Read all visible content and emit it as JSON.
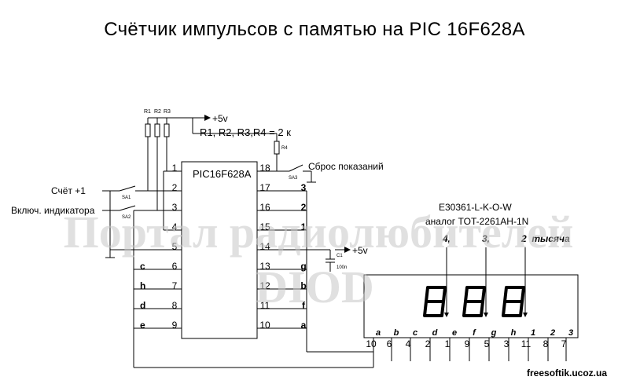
{
  "title": "Счётчик импульсов с памятью на  PIC 16F628A",
  "watermark": {
    "line1": "Портал радиолюбителей",
    "line2": "DIOD"
  },
  "site": "freesoftik.ucoz.ua",
  "power": {
    "supply_top": "+5v",
    "supply_cap": "+5v"
  },
  "resistors": {
    "r1": "R1",
    "r2": "R2",
    "r3": "R3",
    "r4": "R4",
    "note": "R1, R2, R3,R4 = 2 к"
  },
  "switches": {
    "sa1": "SA1",
    "sa2": "SA2",
    "sa3": "SA3"
  },
  "labels": {
    "count": "Счёт +1",
    "indicator": "Включ. индикатора",
    "reset": "Сброс показаний"
  },
  "capacitor": {
    "name": "C1",
    "value": "100n"
  },
  "chip": {
    "name": "PIC16F628A",
    "left_pins": [
      "1",
      "2",
      "3",
      "4",
      "5",
      "6",
      "7",
      "8",
      "9"
    ],
    "right_pins": [
      "18",
      "17",
      "16",
      "15",
      "14",
      "13",
      "12",
      "11",
      "10"
    ],
    "left_segments": [
      "",
      "",
      "",
      "",
      "",
      "c",
      "h",
      "d",
      "e"
    ],
    "right_segments": [
      "",
      "3",
      "2",
      "1",
      "",
      "g",
      "b",
      "f",
      "a"
    ]
  },
  "display": {
    "line1": "E30361-L-K-O-W",
    "line2": "аналог TOT-2261AH-1N",
    "digit_labels": [
      "4,",
      "3,",
      "2  тысяча"
    ],
    "segments": [
      "a",
      "b",
      "c",
      "d",
      "e",
      "f",
      "g",
      "h",
      "1",
      "2",
      "3"
    ],
    "pins": [
      "10",
      "6",
      "4",
      "2",
      "1",
      "9",
      "5",
      "3",
      "11",
      "8",
      "7"
    ]
  }
}
